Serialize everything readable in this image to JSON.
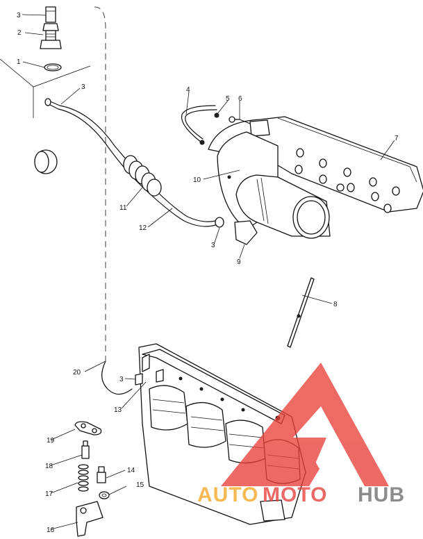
{
  "callouts": [
    {
      "id": "c-3a",
      "num": "3"
    },
    {
      "id": "c-2",
      "num": "2"
    },
    {
      "id": "c-1",
      "num": "1"
    },
    {
      "id": "c-3b",
      "num": "3"
    },
    {
      "id": "c-4",
      "num": "4"
    },
    {
      "id": "c-5",
      "num": "5"
    },
    {
      "id": "c-6",
      "num": "6"
    },
    {
      "id": "c-7",
      "num": "7"
    },
    {
      "id": "c-10",
      "num": "10"
    },
    {
      "id": "c-11",
      "num": "11"
    },
    {
      "id": "c-12",
      "num": "12"
    },
    {
      "id": "c-3c",
      "num": "3"
    },
    {
      "id": "c-9",
      "num": "9"
    },
    {
      "id": "c-8",
      "num": "8"
    },
    {
      "id": "c-20",
      "num": "20"
    },
    {
      "id": "c-3d",
      "num": "3"
    },
    {
      "id": "c-13",
      "num": "13"
    },
    {
      "id": "c-19",
      "num": "19"
    },
    {
      "id": "c-18",
      "num": "18"
    },
    {
      "id": "c-14",
      "num": "14"
    },
    {
      "id": "c-15",
      "num": "15"
    },
    {
      "id": "c-17",
      "num": "17"
    },
    {
      "id": "c-16",
      "num": "16"
    }
  ],
  "watermark": {
    "part1": "AUTO",
    "part2": "MOTO",
    "part3": "HUB",
    "color_orange": "#f5a623",
    "color_red": "#e8403a",
    "color_gray": "#6d6d6d"
  }
}
